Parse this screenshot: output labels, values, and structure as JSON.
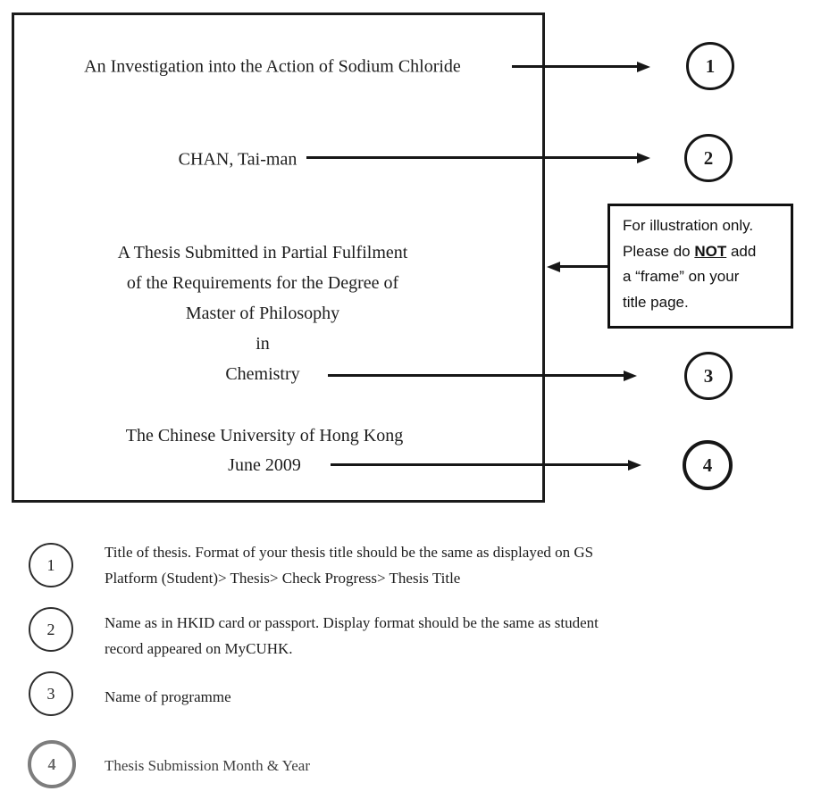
{
  "frame": {
    "title": "An Investigation into the Action of Sodium Chloride",
    "author": "CHAN, Tai-man",
    "statement_lines": [
      "A Thesis Submitted in Partial Fulfilment",
      "of the Requirements for the Degree of",
      "Master of Philosophy",
      "in",
      "Chemistry"
    ],
    "university": "The Chinese University of Hong Kong",
    "submission_date": "June 2009"
  },
  "callout": {
    "line1": "For illustration only.",
    "line2_prefix": "Please do ",
    "line2_bold": "NOT",
    "line2_suffix": " add",
    "line3": "a “frame” on your",
    "line4": "title page."
  },
  "markers": {
    "m1": "1",
    "m2": "2",
    "m3": "3",
    "m4": "4"
  },
  "legend": [
    {
      "num": "1",
      "line1": "Title of thesis. Format of your thesis title should be the same as displayed on GS",
      "line2": "Platform (Student)> Thesis> Check Progress> Thesis Title"
    },
    {
      "num": "2",
      "line1": "Name as in HKID card or passport. Display format should be the same as student",
      "line2": "record appeared on MyCUHK."
    },
    {
      "num": "3",
      "line1": "Name of programme"
    },
    {
      "num": "4",
      "line1": "Thesis Submission Month & Year"
    }
  ],
  "colors": {
    "ink": "#1b1b1b",
    "gray_marker": "#7d7d7d",
    "background": "#ffffff"
  }
}
